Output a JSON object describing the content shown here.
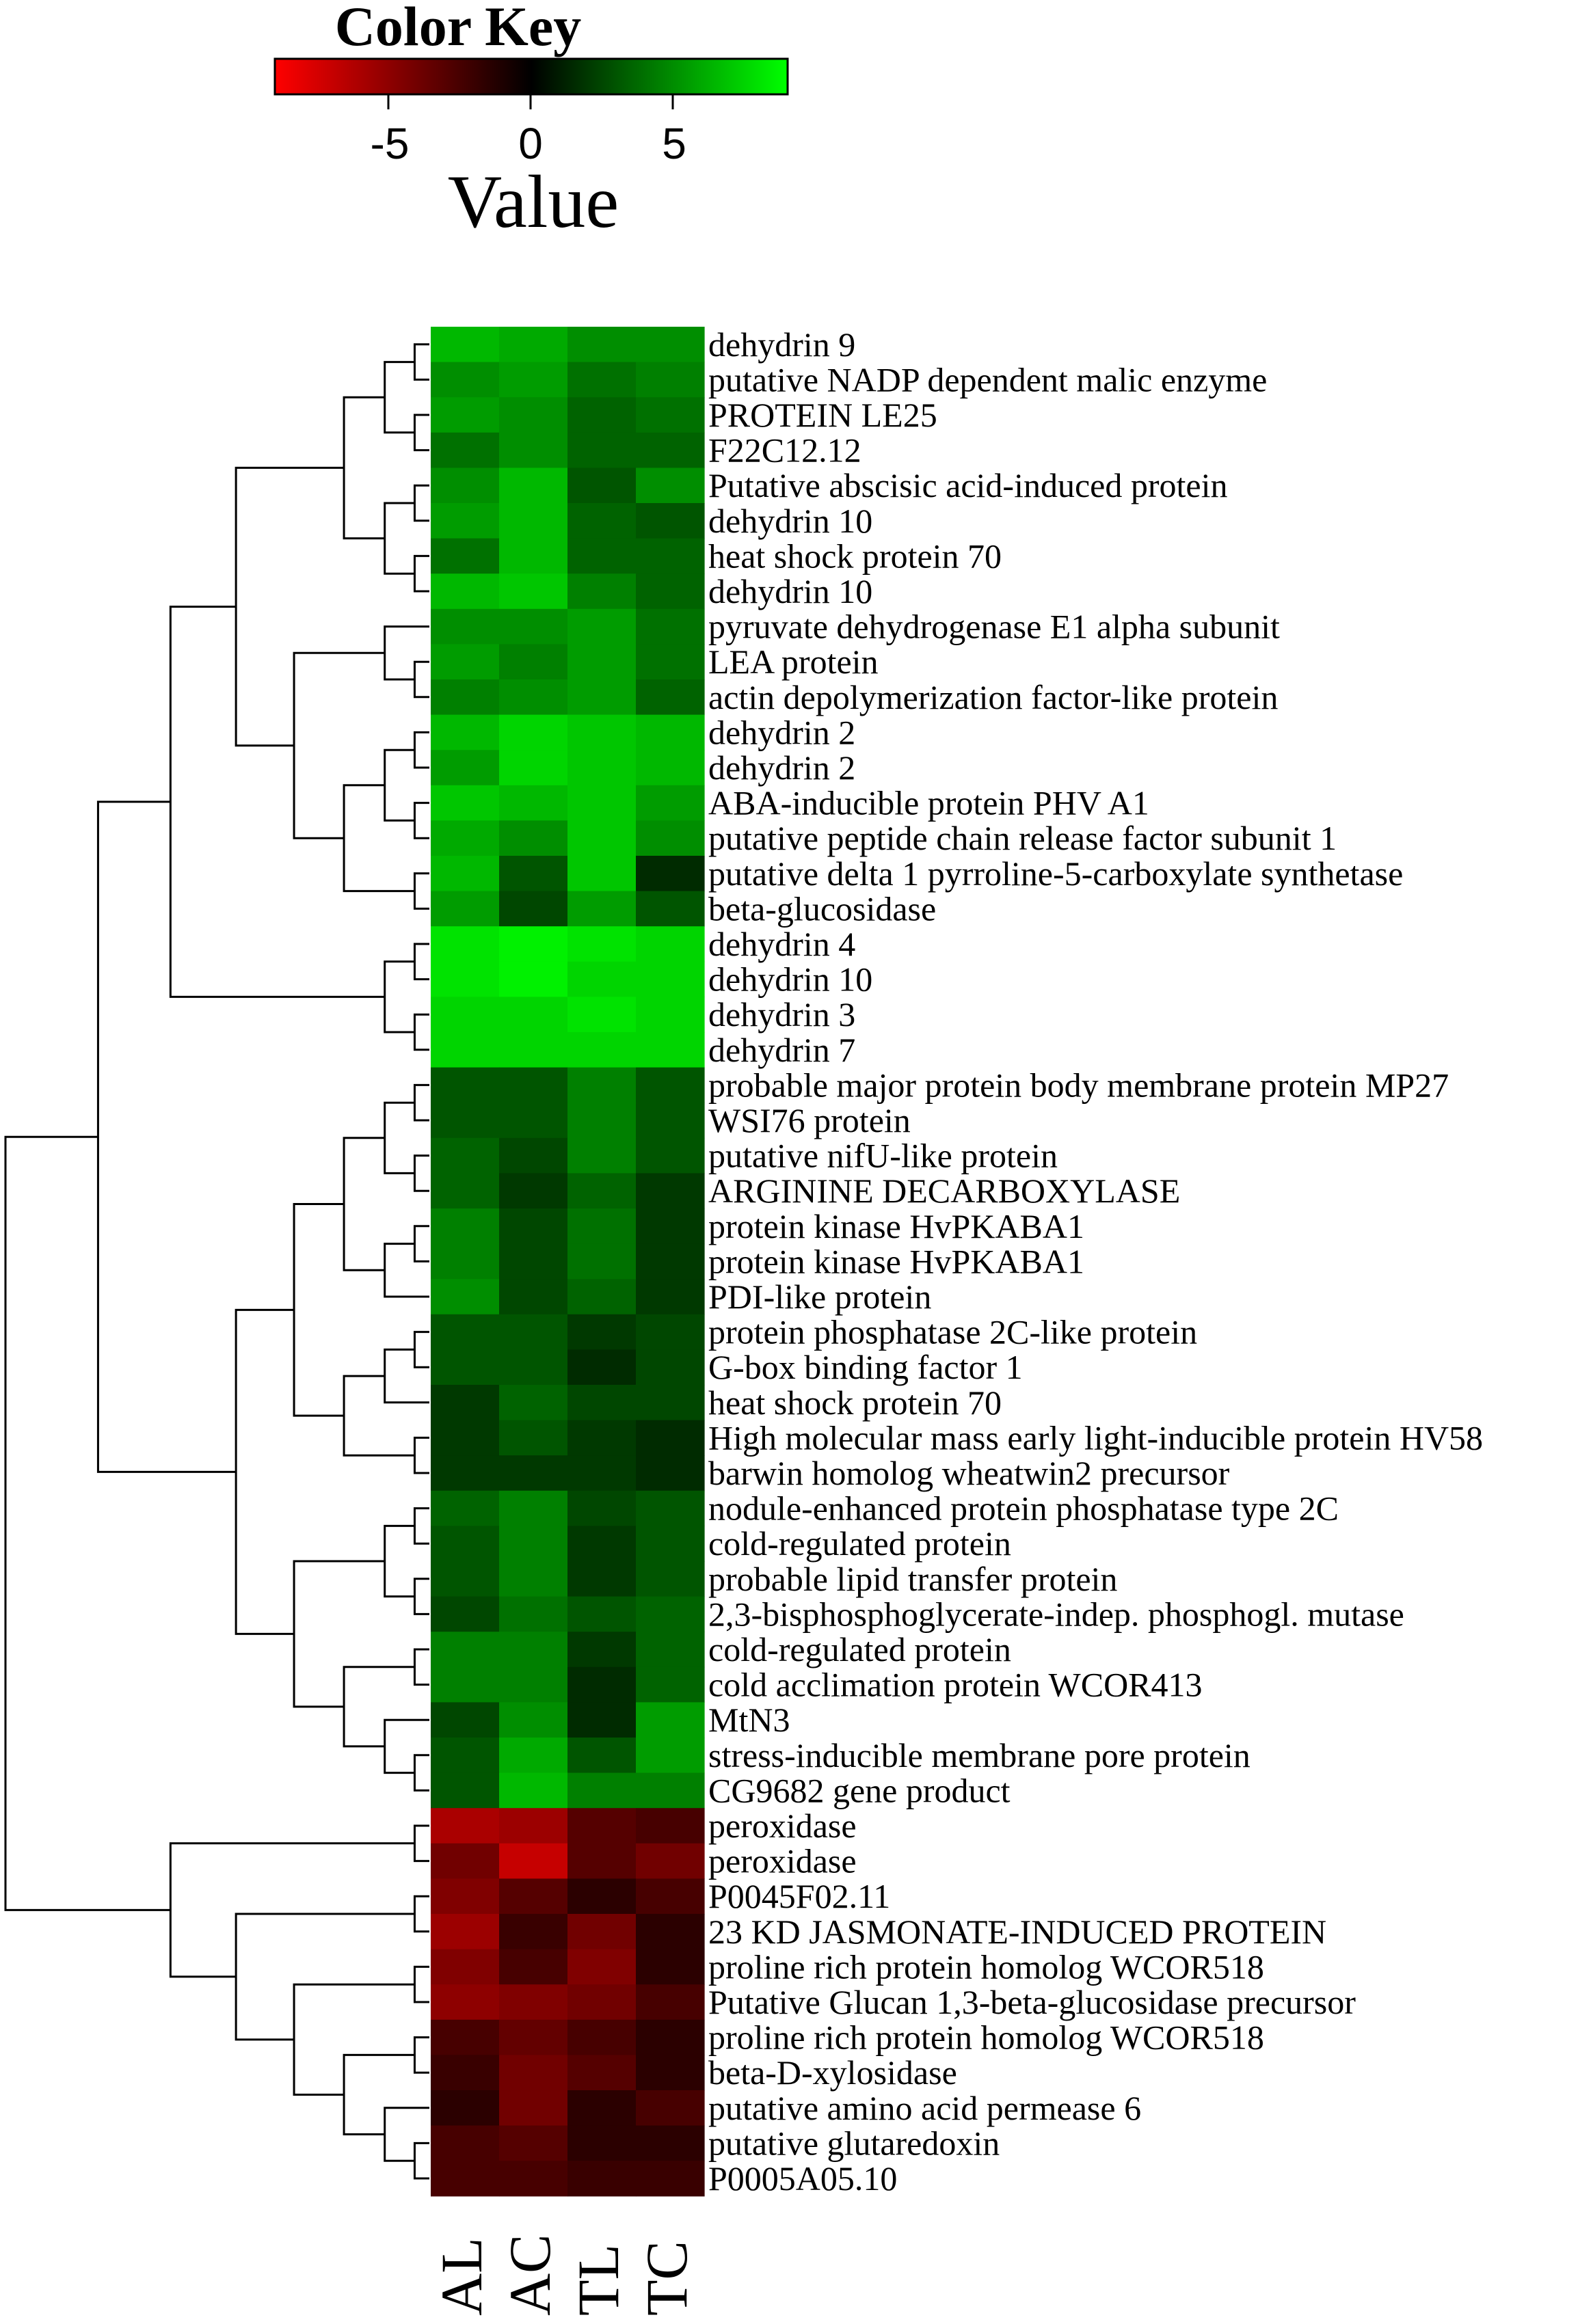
{
  "color_key": {
    "title": "Color Key",
    "xlabel": "Value",
    "ticks": [
      "-5",
      "0",
      "5"
    ],
    "range": [
      -9,
      9
    ],
    "colors": {
      "low": "#ff0000",
      "mid": "#000000",
      "high": "#00ff00"
    }
  },
  "chart_data": {
    "type": "heatmap",
    "columns": [
      "AL",
      "AC",
      "TL",
      "TC"
    ],
    "rows": [
      "dehydrin 9",
      "putative NADP dependent malic enzyme",
      "PROTEIN LE25",
      "F22C12.12",
      "Putative abscisic acid-induced protein",
      "dehydrin 10",
      "heat shock protein 70",
      "dehydrin 10",
      "pyruvate dehydrogenase E1 alpha subunit",
      "LEA protein",
      "actin depolymerization factor-like protein",
      "dehydrin 2",
      "dehydrin 2",
      "ABA-inducible protein PHV A1",
      "putative peptide chain release factor subunit 1",
      "putative delta 1 pyrroline-5-carboxylate synthetase",
      "beta-glucosidase",
      "dehydrin 4",
      "dehydrin 10",
      "dehydrin 3",
      "dehydrin 7",
      "probable major protein body membrane protein MP27",
      "WSI76 protein",
      "putative nifU-like protein",
      "ARGININE DECARBOXYLASE",
      "protein kinase HvPKABA1",
      "protein kinase HvPKABA1",
      "PDI-like protein",
      "protein phosphatase 2C-like protein",
      "G-box binding factor 1",
      "heat shock protein 70",
      "High molecular mass early light-inducible protein HV58",
      "barwin homolog wheatwin2 precursor",
      "nodule-enhanced protein phosphatase type 2C",
      "cold-regulated protein",
      "probable lipid transfer protein",
      "2,3-bisphosphoglycerate-indep. phosphogl. mutase",
      "cold-regulated protein",
      "cold acclimation protein WCOR413",
      "MtN3",
      "stress-inducible membrane pore protein",
      "CG9682 gene product",
      "peroxidase",
      "peroxidase",
      "P0045F02.11",
      "23 KD JASMONATE-INDUCED PROTEIN",
      "proline rich protein homolog WCOR518",
      "Putative Glucan 1,3-beta-glucosidase precursor",
      "proline rich protein homolog WCOR518",
      "beta-D-xylosidase",
      "putative amino acid permease 6",
      "putative glutaredoxin",
      "P0005A05.10"
    ],
    "values": [
      [
        6.5,
        6.0,
        5.0,
        5.0
      ],
      [
        5.0,
        5.5,
        4.0,
        4.5
      ],
      [
        5.5,
        5.0,
        3.5,
        4.0
      ],
      [
        4.0,
        5.0,
        3.5,
        3.5
      ],
      [
        5.0,
        6.5,
        3.0,
        5.0
      ],
      [
        5.5,
        6.5,
        3.5,
        3.0
      ],
      [
        4.0,
        6.5,
        3.5,
        3.5
      ],
      [
        6.5,
        7.0,
        4.5,
        3.5
      ],
      [
        5.0,
        5.0,
        5.5,
        4.0
      ],
      [
        5.5,
        4.5,
        5.5,
        4.0
      ],
      [
        4.5,
        5.0,
        5.5,
        3.5
      ],
      [
        6.5,
        7.5,
        7.0,
        6.5
      ],
      [
        5.5,
        7.5,
        7.0,
        6.5
      ],
      [
        7.0,
        6.5,
        7.0,
        5.5
      ],
      [
        6.0,
        5.0,
        7.0,
        5.0
      ],
      [
        6.5,
        3.0,
        7.0,
        1.5
      ],
      [
        5.5,
        2.5,
        5.5,
        3.0
      ],
      [
        8.0,
        8.5,
        8.0,
        7.5
      ],
      [
        8.0,
        8.5,
        7.5,
        7.5
      ],
      [
        7.5,
        7.5,
        8.0,
        7.5
      ],
      [
        7.5,
        7.5,
        7.5,
        7.5
      ],
      [
        3.0,
        3.0,
        4.5,
        3.0
      ],
      [
        3.0,
        3.0,
        4.5,
        3.0
      ],
      [
        3.5,
        2.5,
        4.5,
        3.0
      ],
      [
        3.5,
        2.0,
        3.5,
        2.0
      ],
      [
        4.5,
        2.5,
        4.0,
        2.0
      ],
      [
        4.5,
        2.5,
        4.0,
        2.0
      ],
      [
        5.0,
        2.5,
        3.5,
        2.0
      ],
      [
        3.0,
        3.0,
        2.0,
        2.5
      ],
      [
        3.0,
        3.0,
        1.5,
        2.5
      ],
      [
        2.0,
        3.5,
        2.5,
        2.5
      ],
      [
        2.0,
        3.0,
        2.0,
        1.5
      ],
      [
        2.0,
        2.0,
        2.0,
        1.5
      ],
      [
        3.5,
        4.5,
        2.5,
        3.0
      ],
      [
        3.0,
        4.5,
        2.0,
        3.0
      ],
      [
        3.0,
        4.5,
        2.0,
        3.0
      ],
      [
        2.5,
        4.0,
        3.0,
        3.5
      ],
      [
        4.5,
        4.5,
        2.0,
        3.5
      ],
      [
        4.5,
        4.5,
        1.5,
        3.5
      ],
      [
        2.5,
        5.0,
        1.5,
        5.5
      ],
      [
        3.0,
        6.0,
        3.0,
        5.5
      ],
      [
        3.0,
        6.5,
        4.5,
        4.5
      ],
      [
        -6.0,
        -5.5,
        -3.0,
        -2.5
      ],
      [
        -4.0,
        -7.0,
        -3.0,
        -4.0
      ],
      [
        -4.5,
        -3.0,
        -1.5,
        -2.5
      ],
      [
        -5.5,
        -2.0,
        -4.0,
        -1.5
      ],
      [
        -4.5,
        -2.5,
        -4.5,
        -1.5
      ],
      [
        -5.0,
        -4.5,
        -4.0,
        -2.5
      ],
      [
        -2.5,
        -3.5,
        -2.5,
        -1.5
      ],
      [
        -2.0,
        -4.0,
        -3.0,
        -1.5
      ],
      [
        -1.5,
        -4.0,
        -1.5,
        -2.5
      ],
      [
        -2.5,
        -3.0,
        -1.5,
        -1.5
      ],
      [
        -2.5,
        -2.5,
        -2.0,
        -2.0
      ]
    ],
    "color_scale": {
      "min": -9,
      "max": 9
    }
  }
}
